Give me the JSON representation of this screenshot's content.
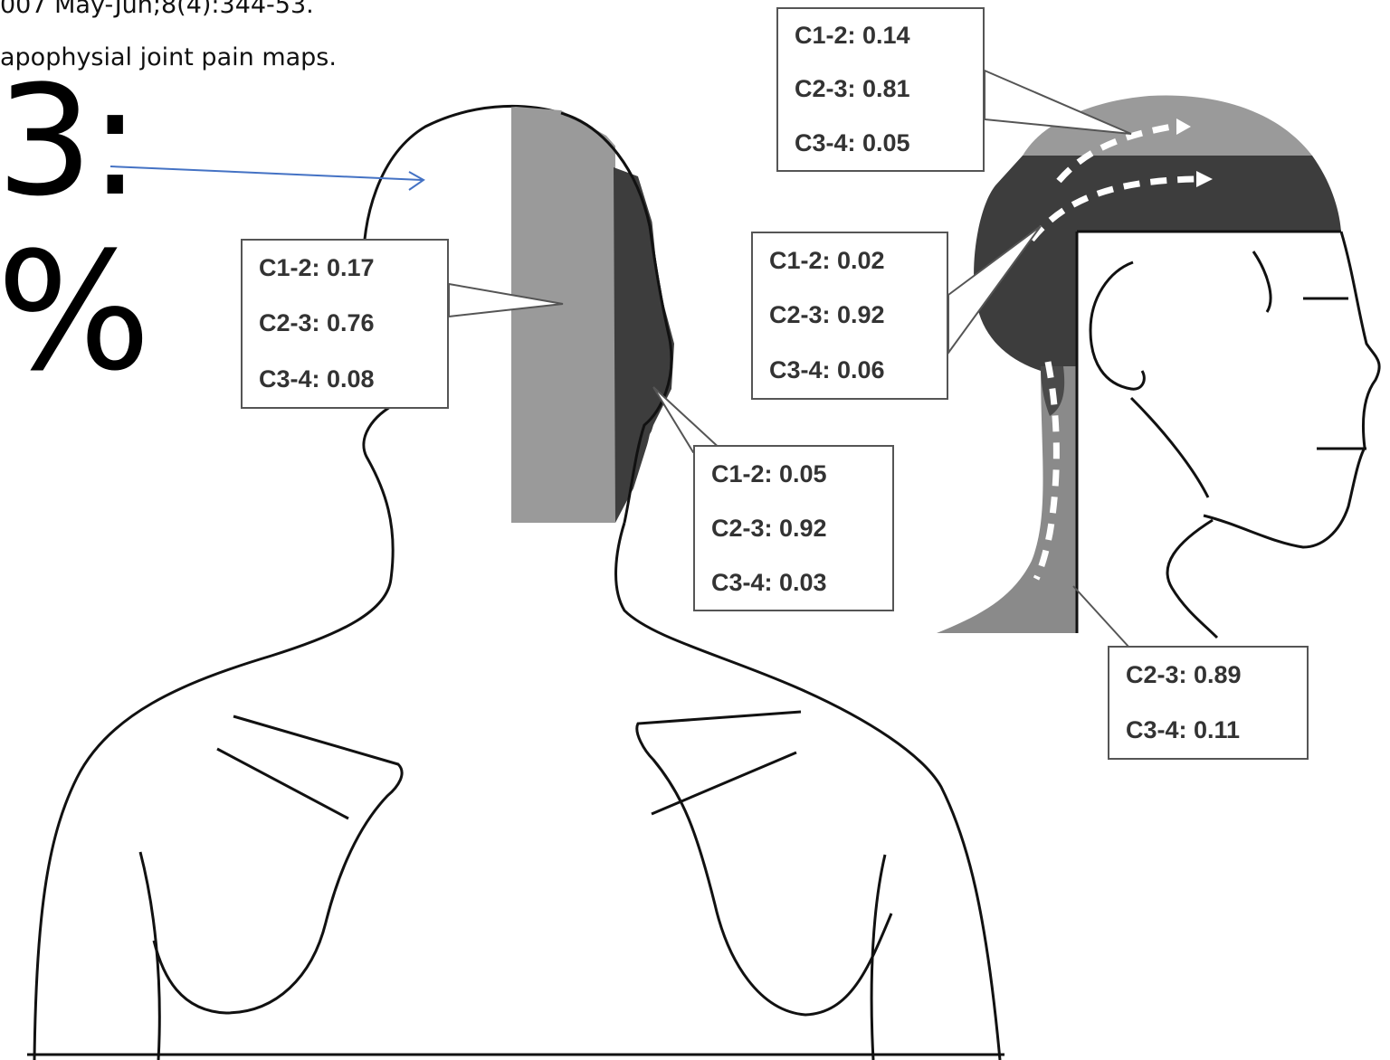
{
  "citation": {
    "line1": "007 May-Jun;8(4):344-53.",
    "line2": "apophysial joint pain maps."
  },
  "big_text": {
    "line1": "3:",
    "line2": "%"
  },
  "colors": {
    "light_gray_zone": "#9a9a9a",
    "dark_gray_zone": "#3d3d3d",
    "pointer_arrow": "#4472c4"
  },
  "icons": {
    "flow_arrows": "dashed-white-arrow"
  },
  "labels": {
    "top_right": [
      "C1-2: 0.14",
      "C2-3: 0.81",
      "C3-4: 0.05"
    ],
    "back_head": [
      "C1-2: 0.17",
      "C2-3: 0.76",
      "C3-4: 0.08"
    ],
    "side_occiput": [
      "C1-2: 0.02",
      "C2-3: 0.92",
      "C3-4: 0.06"
    ],
    "back_neck": [
      "C1-2: 0.05",
      "C2-3: 0.92",
      "C3-4: 0.03"
    ],
    "side_neck": [
      "C2-3: 0.89",
      "C3-4: 0.11"
    ]
  }
}
